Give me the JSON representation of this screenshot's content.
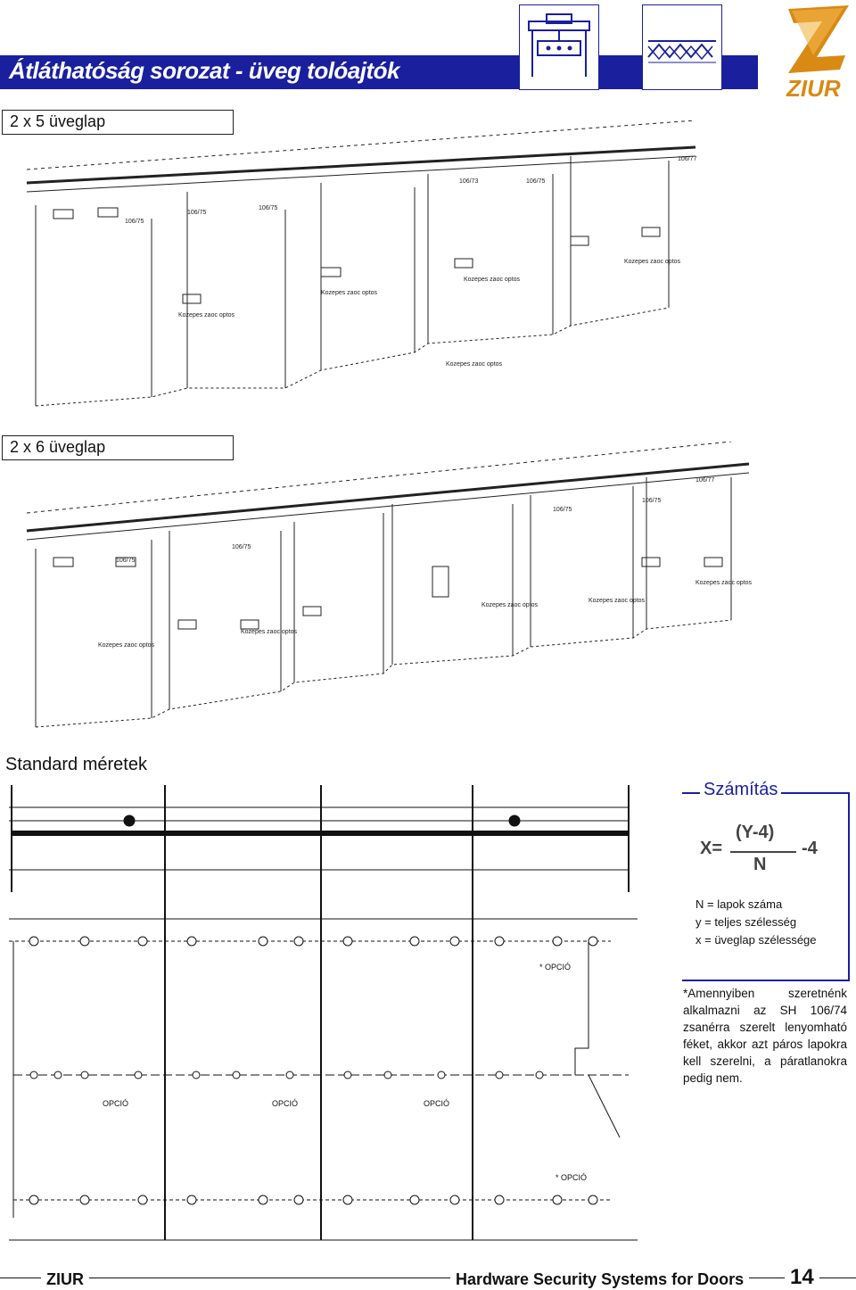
{
  "header": {
    "title": "Átláthatóság sorozat - üveg tolóajtók",
    "logo_text": "ZIUR"
  },
  "sections": {
    "five_panel": "2 x 5 üveglap",
    "six_panel": "2 x 6 üveglap",
    "standard": "Standard méretek"
  },
  "calc": {
    "title": "Számítás",
    "formula_x": "X=",
    "formula_num": "(Y-4)",
    "formula_den": "N",
    "formula_tail": "-4",
    "legend": [
      "N = lapok száma",
      "y = teljes szélesség",
      "x = üveglap szélessége"
    ],
    "note": "*Amennyiben szeretnénk alkalmazni az SH 106/74 zsanérra szerelt lenyomható féket, akkor azt páros lapokra kell szerelni, a páratlanokra pedig nem."
  },
  "drawing_labels": {
    "opcio": "OPCIÓ",
    "opcio_star": "* OPCIÓ"
  },
  "footer": {
    "brand": "ZIUR",
    "tagline": "Hardware Security Systems for Doors",
    "page": "14"
  },
  "colors": {
    "accent": "#1a1f9e",
    "logo": "#d98a14"
  }
}
